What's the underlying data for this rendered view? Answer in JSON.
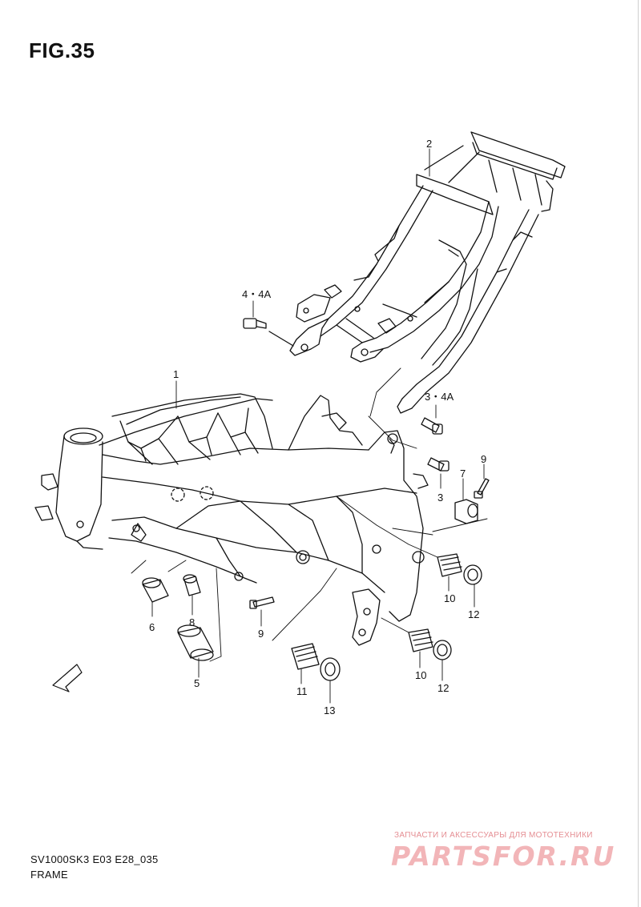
{
  "figure": {
    "title": "FIG.35"
  },
  "callouts": {
    "c1": "1",
    "c2": "2",
    "c3": "3",
    "c3_4a": "3・4A",
    "c4_4a": "4・4A",
    "c5": "5",
    "c6": "6",
    "c7": "7",
    "c8": "8",
    "c9a": "9",
    "c9b": "9",
    "c10a": "10",
    "c10b": "10",
    "c11": "11",
    "c12a": "12",
    "c12b": "12",
    "c13": "13"
  },
  "fwd_label": "FWD",
  "footer": {
    "code": "SV1000SK3 E03 E28_035",
    "name": "FRAME"
  },
  "watermark": {
    "tagline": "ЗАПЧАСТИ И АКСЕССУАРЫ ДЛЯ МОТОТЕХНИКИ",
    "logo": "PARTSFOR.RU"
  }
}
